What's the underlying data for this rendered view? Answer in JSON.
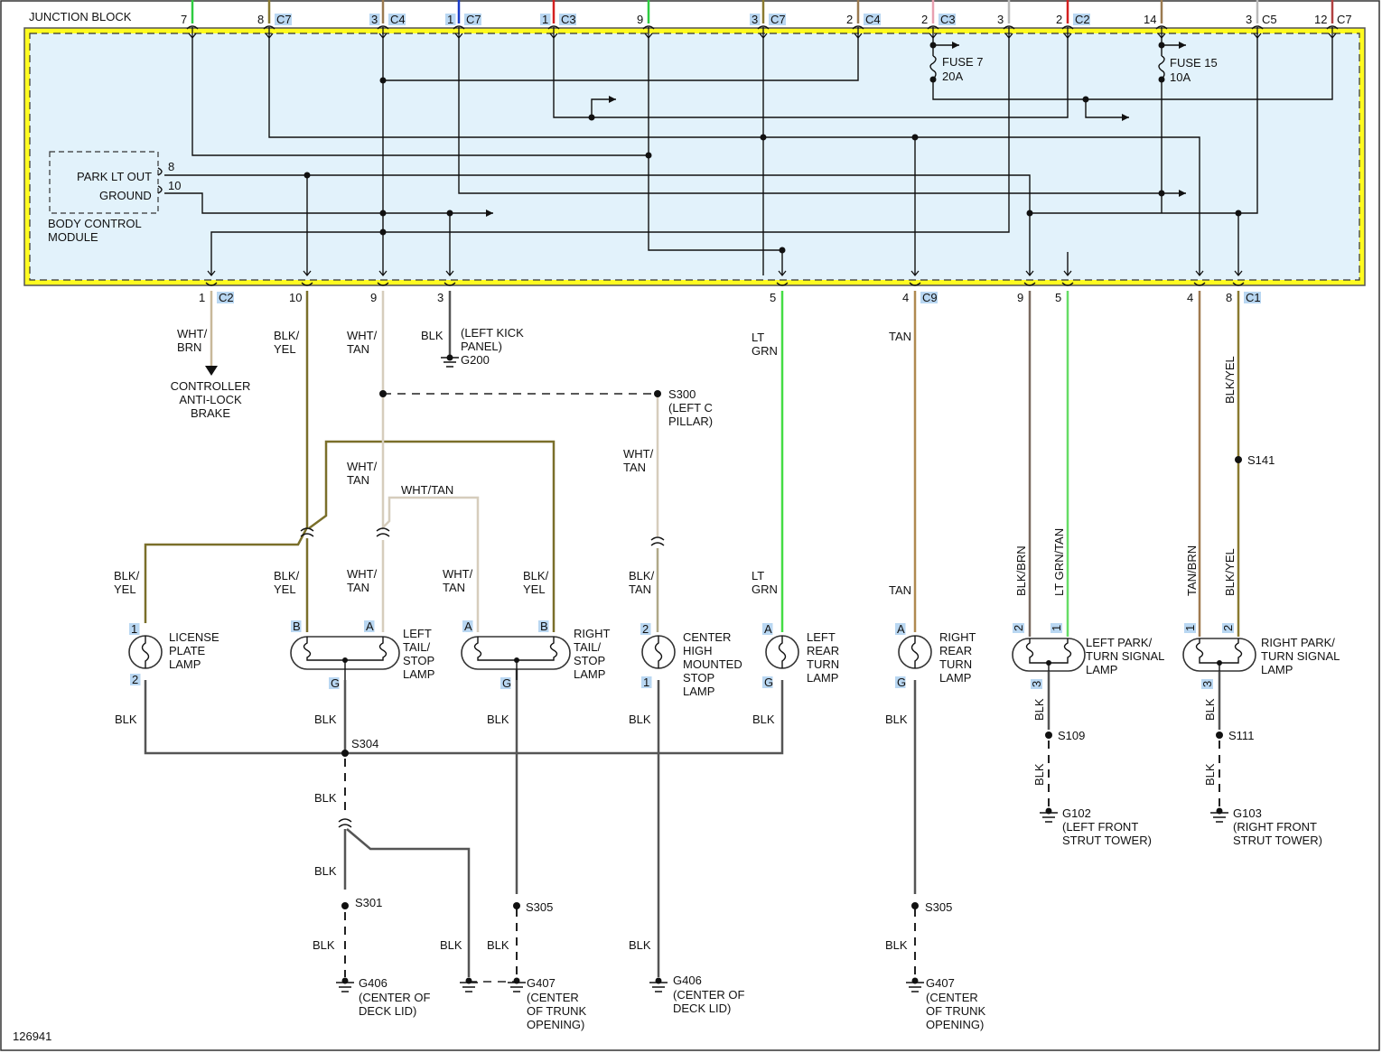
{
  "diagram_id": "126941",
  "junction_block": {
    "title": "JUNCTION BLOCK",
    "top_pins": [
      {
        "pin": "7",
        "conn": "",
        "color": "#2ecc40"
      },
      {
        "pin": "8",
        "conn": "C7",
        "color": "#8a7a30"
      },
      {
        "pin": "3",
        "conn": "C4",
        "color": "#9a7a50"
      },
      {
        "pin": "1",
        "conn": "C7",
        "color": "#1a3cc9"
      },
      {
        "pin": "1",
        "conn": "C3",
        "color": "#d42020"
      },
      {
        "pin": "9",
        "conn": "",
        "color": "#2ecc40"
      },
      {
        "pin": "3",
        "conn": "C7",
        "color": "#8a7a30"
      },
      {
        "pin": "2",
        "conn": "C4",
        "color": "#9a7a50"
      },
      {
        "pin": "2",
        "conn": "C3",
        "color": "#e8a0b0"
      },
      {
        "pin": "3",
        "conn": "",
        "color": "#bbbbbb"
      },
      {
        "pin": "2",
        "conn": "C2",
        "color": "#d42020"
      },
      {
        "pin": "14",
        "conn": "",
        "color": "#9a7a50"
      },
      {
        "pin": "3",
        "conn": "C5",
        "color": "#bbbbbb"
      },
      {
        "pin": "12",
        "conn": "C7",
        "color": "#b04040"
      }
    ],
    "fuses": [
      {
        "name": "FUSE 7",
        "rating": "20A"
      },
      {
        "name": "FUSE 15",
        "rating": "10A"
      }
    ],
    "module": {
      "name": "BODY CONTROL MODULE",
      "line1": "BODY CONTROL",
      "line2": "MODULE",
      "pin_out": "PARK LT OUT",
      "pin_gnd": "GROUND",
      "pin_out_num": "8",
      "pin_gnd_num": "10"
    }
  },
  "bottom_pins": [
    {
      "pin": "1",
      "conn": "C2"
    },
    {
      "pin": "10",
      "conn": ""
    },
    {
      "pin": "9",
      "conn": ""
    },
    {
      "pin": "3",
      "conn": ""
    },
    {
      "pin": "5",
      "conn": ""
    },
    {
      "pin": "4",
      "conn": "C9"
    },
    {
      "pin": "9",
      "conn": ""
    },
    {
      "pin": "5",
      "conn": ""
    },
    {
      "pin": "4",
      "conn": ""
    },
    {
      "pin": "8",
      "conn": "C1"
    }
  ],
  "wires": {
    "wht_brn": "WHT/\nBRN",
    "blk_yel": "BLK/\nYEL",
    "wht_tan": "WHT/\nTAN",
    "wht_tan_inline": "WHT/TAN",
    "blk": "BLK",
    "lt_grn": "LT\nGRN",
    "tan": "TAN",
    "blk_brn": "BLK/BRN",
    "lt_grn_tan": "LT GRN/TAN",
    "tan_brn": "TAN/BRN",
    "blk_yel_v": "BLK/YEL",
    "blk_tan": "BLK/\nTAN"
  },
  "components": {
    "abs": "CONTROLLER\nANTI-LOCK\nBRAKE",
    "license": "LICENSE\nPLATE\nLAMP",
    "left_tail": "LEFT\nTAIL/\nSTOP\nLAMP",
    "right_tail": "RIGHT\nTAIL/\nSTOP\nLAMP",
    "chmsl": "CENTER\nHIGH\nMOUNTED\nSTOP\nLAMP",
    "left_rear_turn": "LEFT\nREAR\nTURN\nLAMP",
    "right_rear_turn": "RIGHT\nREAR\nTURN\nLAMP",
    "left_park": "LEFT PARK/\nTURN SIGNAL\nLAMP",
    "right_park": "RIGHT PARK/\nTURN SIGNAL\nLAMP"
  },
  "splices": {
    "s300": "S300",
    "s300_loc": "(LEFT C\nPILLAR)",
    "s304": "S304",
    "s301": "S301",
    "s305a": "S305",
    "s305b": "S305",
    "s141": "S141",
    "s109": "S109",
    "s111": "S111"
  },
  "grounds": {
    "g200": "G200",
    "g200_loc": "(LEFT KICK\nPANEL)",
    "g406a": "G406",
    "g406a_loc": "(CENTER OF\nDECK LID)",
    "g407a": "G407",
    "g407a_loc": "(CENTER\nOF TRUNK\nOPENING)",
    "g406b": "G406",
    "g406b_loc": "(CENTER OF\nDECK LID)",
    "g407b": "G407",
    "g407b_loc": "(CENTER\nOF TRUNK\nOPENING)",
    "g102": "G102",
    "g102_loc": "(LEFT FRONT\nSTRUT TOWER)",
    "g103": "G103",
    "g103_loc": "(RIGHT FRONT\nSTRUT TOWER)"
  },
  "lamp_pins": {
    "lic_top": "1",
    "lic_bot": "2",
    "lt_b": "B",
    "lt_a": "A",
    "lt_g": "G",
    "rt_a": "A",
    "rt_b": "B",
    "rt_g": "G",
    "chm_top": "2",
    "chm_bot": "1",
    "lrt_a": "A",
    "lrt_g": "G",
    "rrt_a": "A",
    "rrt_g": "G",
    "lp_2": "2",
    "lp_1": "1",
    "lp_3": "3",
    "rp_1": "1",
    "rp_2": "2",
    "rp_3": "3"
  }
}
